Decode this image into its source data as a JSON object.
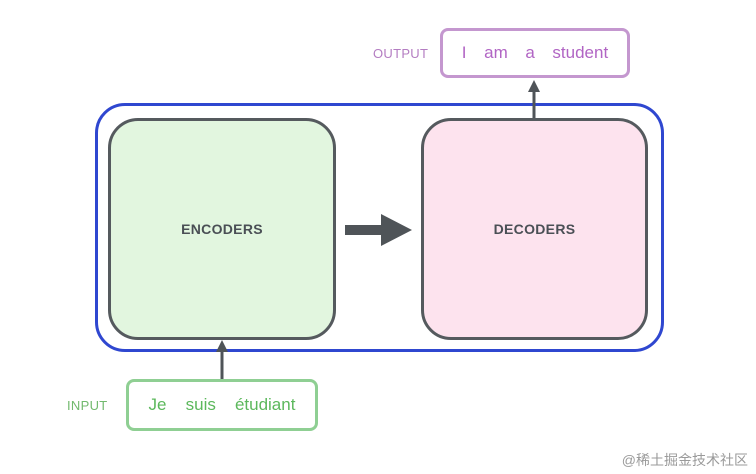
{
  "encoders": {
    "label": "ENCODERS"
  },
  "decoders": {
    "label": "DECODERS"
  },
  "output": {
    "label": "OUTPUT",
    "tokens": [
      "I",
      "am",
      "a",
      "student"
    ]
  },
  "input": {
    "label": "INPUT",
    "tokens": [
      "Je",
      "suis",
      "étudiant"
    ]
  },
  "watermark": {
    "text": "@稀土掘金技术社区"
  },
  "colors": {
    "outer_border": "#2f47d0",
    "block_border": "#555a5e",
    "encoder_fill": "#e2f6df",
    "decoder_fill": "#fde3ee",
    "output_accent": "#b165c4",
    "input_accent": "#5cb85c",
    "arrow": "#4f5458"
  }
}
